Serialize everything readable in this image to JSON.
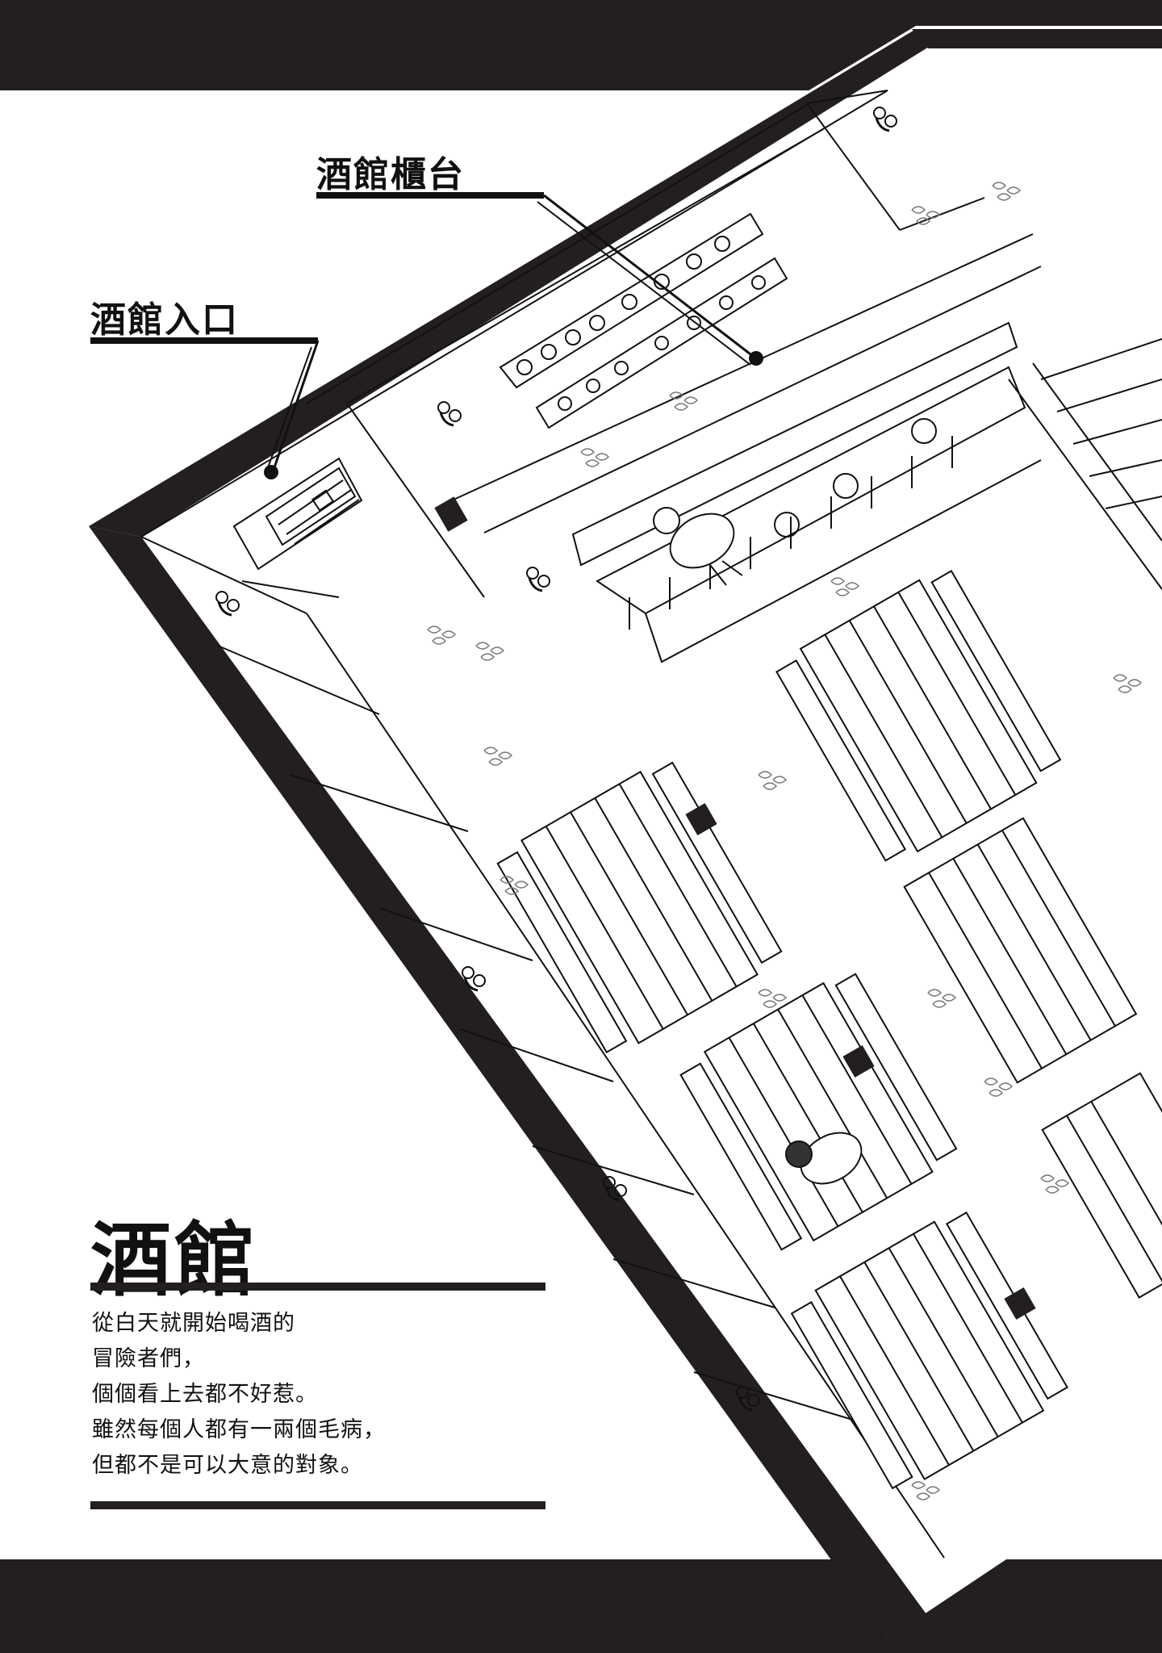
{
  "callouts": {
    "counter": "酒館櫃台",
    "entrance": "酒館入口"
  },
  "title": "酒館",
  "description": [
    "從白天就開始喝酒的",
    "冒險者們，",
    "個個看上去都不好惹。",
    "雖然每個人都有一兩個毛病，",
    "但都不是可以大意的對象。"
  ],
  "colors": {
    "ink": "#231f20",
    "paper": "#ffffff"
  }
}
